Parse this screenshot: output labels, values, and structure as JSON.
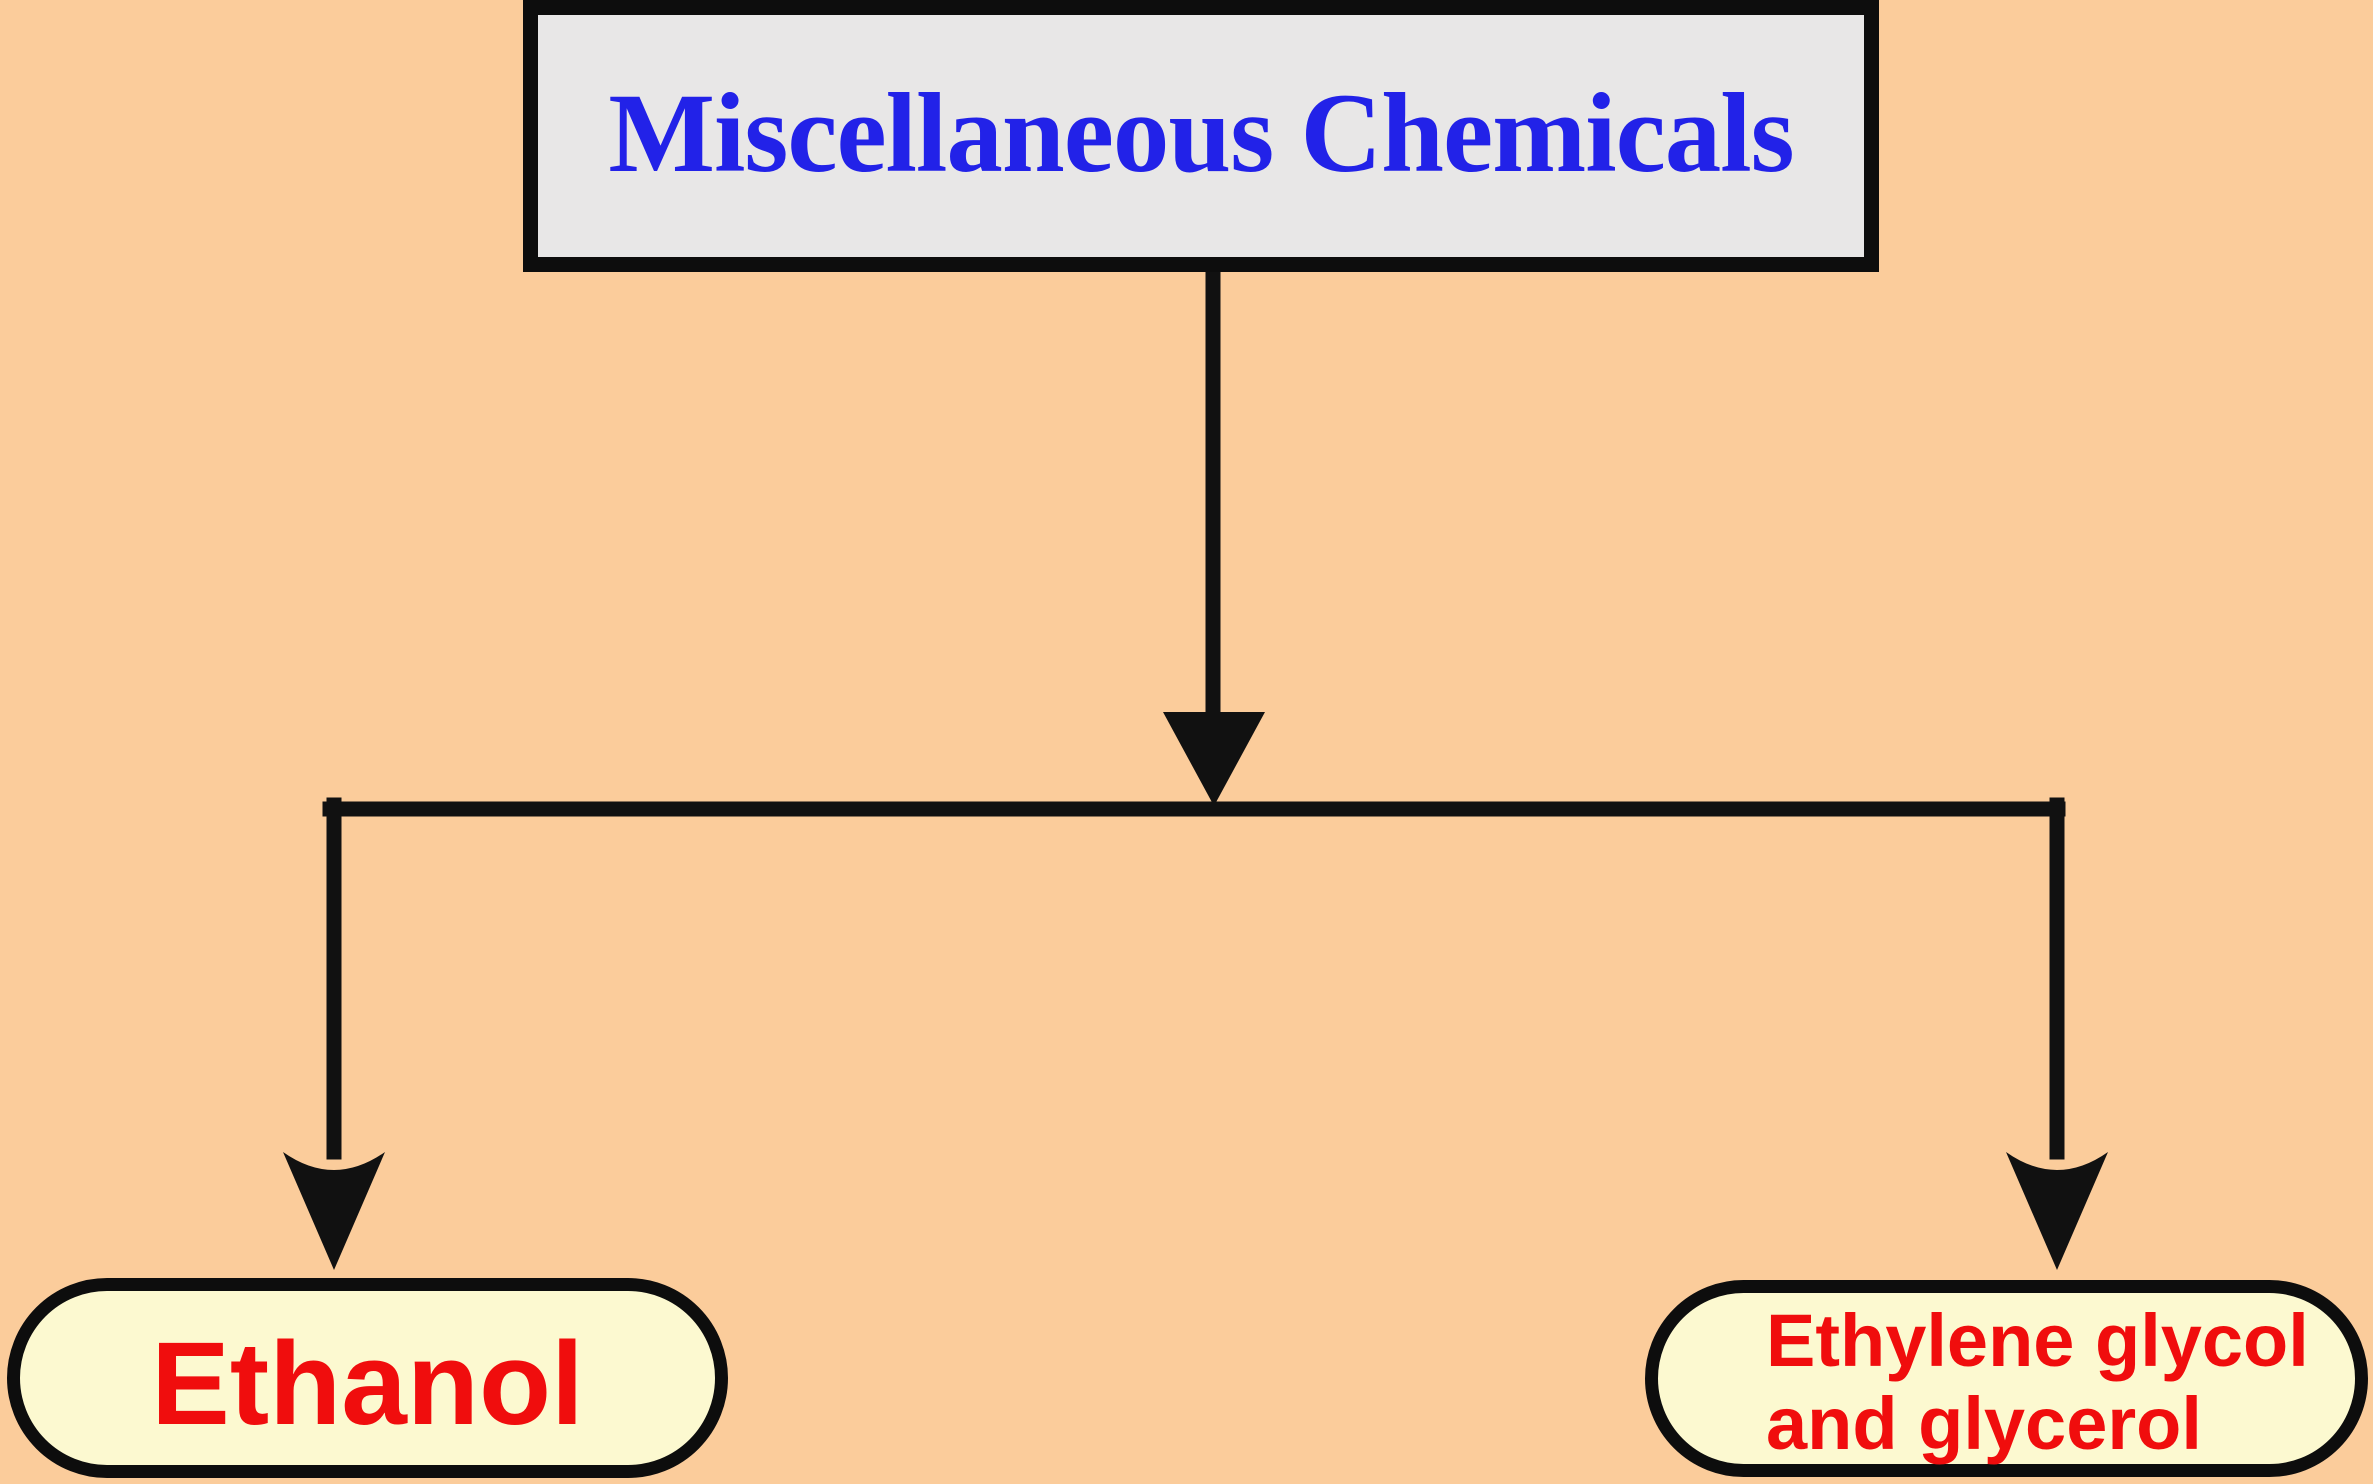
{
  "flowchart": {
    "type": "tree",
    "root": {
      "label": "Miscellaneous Chemicals"
    },
    "children": [
      {
        "id": "ethanol",
        "label": "Ethanol"
      },
      {
        "id": "ethylene-glycol-and-glycerol",
        "label": "Ethylene glycol\nand glycerol"
      }
    ]
  },
  "colors": {
    "background": "#fbcc9b",
    "root_fill": "#e8e7e7",
    "root_border": "#0d0d0d",
    "root_text": "#2222e8",
    "node_fill": "#fcf9d0",
    "node_border": "#0d0d0d",
    "node_text": "#f00d0d",
    "connector": "#111111"
  }
}
